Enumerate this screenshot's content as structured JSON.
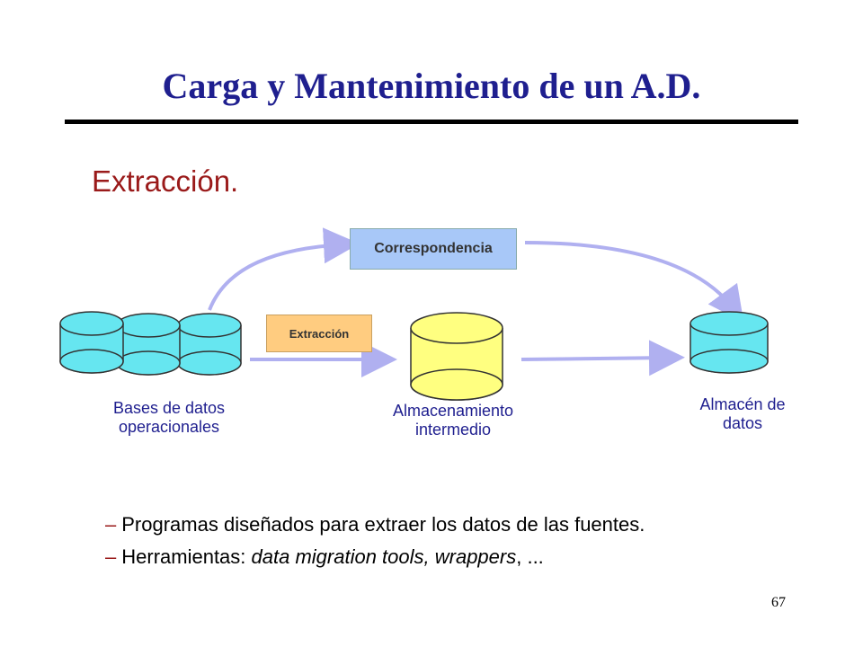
{
  "slide": {
    "title": "Carga y Mantenimiento de un A.D.",
    "subtitle": "Extracción.",
    "page_number": "67"
  },
  "diagram": {
    "boxes": {
      "correspondencia": "Correspondencia",
      "extraccion": "Extracción"
    },
    "labels": {
      "bases": "Bases de datos\noperacionales",
      "almacenamiento": "Almacenamiento\nintermedio",
      "almacen": "Almacén de\ndatos"
    },
    "colors": {
      "cyan_db": "#66e6f0",
      "yellow_db": "#ffff80",
      "arrow": "#b0b0f0",
      "correspondencia_box": "#a8c8f8",
      "extraccion_box": "#ffcc80"
    }
  },
  "bullets": [
    {
      "dash": "–",
      "prefix": "Programas diseñados para extraer los datos de las fuentes.",
      "emphasis": ""
    },
    {
      "dash": "–",
      "prefix": "Herramientas: ",
      "emphasis": "data migration tools, wrappers",
      "suffix": ", ..."
    }
  ]
}
